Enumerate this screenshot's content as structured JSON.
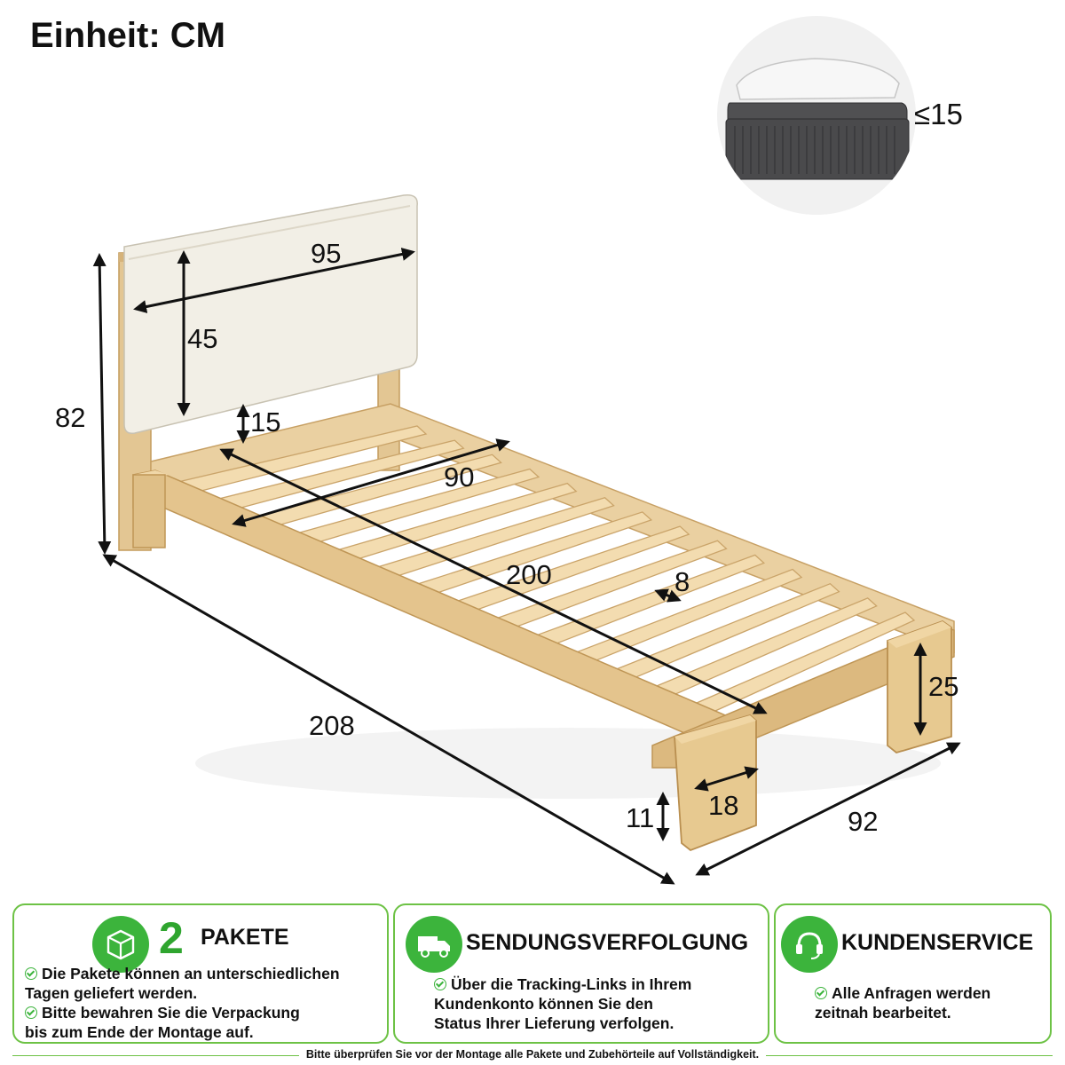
{
  "unit_label": "Einheit: CM",
  "dimensions": {
    "headboard_width": "95",
    "headboard_height": "45",
    "total_height": "82",
    "headboard_gap": "15",
    "slat_width": "90",
    "slat_length": "200",
    "slat_spacing": "8",
    "total_length": "208",
    "leg_height": "25",
    "leg_width": "18",
    "frame_clearance": "11",
    "total_width": "92",
    "mattress_height": "≤15"
  },
  "panels": [
    {
      "number": "2",
      "title": "PAKETE",
      "icon": "package-icon",
      "notes": [
        "Die Pakete können an unterschiedlichen\nTagen geliefert werden.",
        "Bitte bewahren Sie die Verpackung\nbis zum Ende der Montage auf."
      ]
    },
    {
      "title": "SENDUNGSVERFOLGUNG",
      "icon": "delivery-truck-icon",
      "notes": [
        "Über die Tracking-Links in Ihrem\nKundenkonto können Sie den\nStatus Ihrer Lieferung verfolgen."
      ]
    },
    {
      "title": "KUNDENSERVICE",
      "icon": "headset-icon",
      "notes": [
        "Alle Anfragen werden\nzeitnah bearbeitet."
      ]
    }
  ],
  "footer": "Bitte überprüfen Sie vor der Montage alle Pakete und Zubehörteile auf Vollständigkeit.",
  "colors": {
    "accent_green": "#3cb43c",
    "border_green": "#6dc245",
    "wood": "#e6c998",
    "wood_dark": "#c9a46a",
    "cushion": "#f2efe6",
    "mattress_grey": "#4a4a4c"
  }
}
